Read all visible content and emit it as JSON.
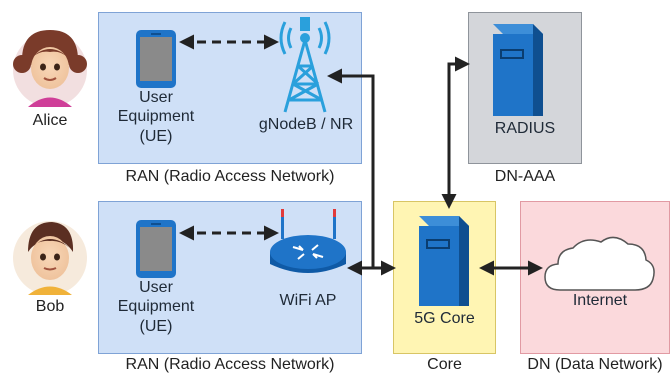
{
  "users": [
    {
      "name": "Alice"
    },
    {
      "name": "Bob"
    }
  ],
  "ran_top": {
    "title": "RAN (Radio Access Network)",
    "ue_label": [
      "User",
      "Equipment",
      "(UE)"
    ],
    "station_label": "gNodeB / NR"
  },
  "ran_bottom": {
    "title": "RAN (Radio Access Network)",
    "ue_label": [
      "User",
      "Equipment",
      "(UE)"
    ],
    "station_label": "WiFi AP"
  },
  "dn_aaa": {
    "title": "DN-AAA",
    "server_label": "RADIUS"
  },
  "core": {
    "title": "Core",
    "server_label": "5G Core"
  },
  "dn": {
    "title": "DN (Data Network)",
    "cloud_label": "Internet"
  },
  "colors": {
    "ran_bg": "#cfe0f7",
    "aaa_bg": "#d4d6da",
    "core_bg": "#fff5b3",
    "dn_bg": "#fbd9dc",
    "device_blue": "#1f74c8",
    "antenna_blue": "#2aa0dc"
  }
}
